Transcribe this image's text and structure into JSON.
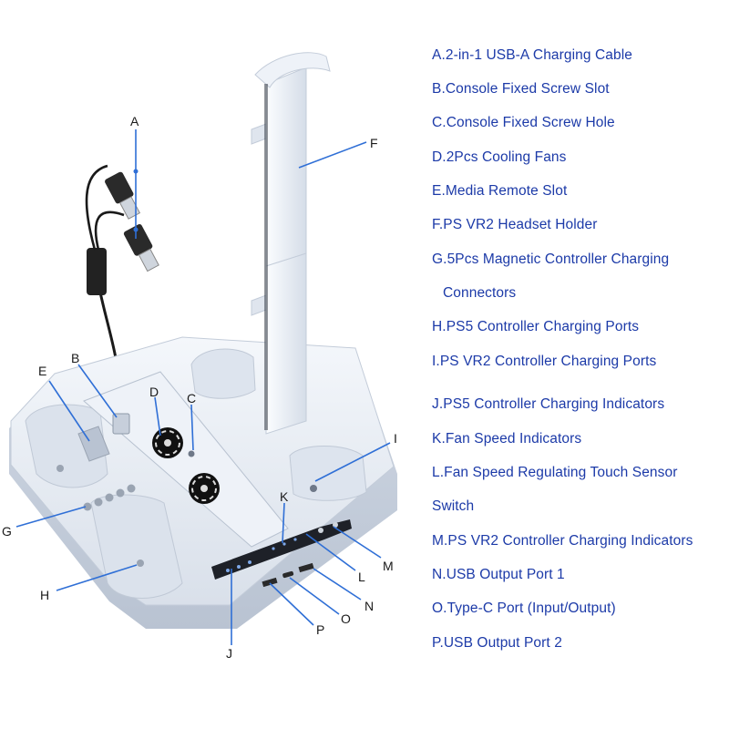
{
  "legend": [
    {
      "key": "A",
      "text": "A.2-in-1 USB-A Charging Cable"
    },
    {
      "key": "B",
      "text": "B.Console Fixed Screw Slot"
    },
    {
      "key": "C",
      "text": "C.Console Fixed Screw Hole"
    },
    {
      "key": "D",
      "text": "D.2Pcs Cooling Fans"
    },
    {
      "key": "E",
      "text": "E.Media Remote Slot"
    },
    {
      "key": "F",
      "text": "F.PS VR2 Headset Holder"
    },
    {
      "key": "G",
      "text": "G.5Pcs Magnetic Controller Charging"
    },
    {
      "key": "G2",
      "text": "Connectors"
    },
    {
      "key": "H",
      "text": "H.PS5 Controller Charging Ports"
    },
    {
      "key": "I",
      "text": "I.PS VR2 Controller Charging Ports"
    },
    {
      "key": "J",
      "text": "J.PS5 Controller Charging Indicators"
    },
    {
      "key": "K",
      "text": "K.Fan Speed Indicators"
    },
    {
      "key": "L",
      "text": "L.Fan Speed Regulating Touch Sensor"
    },
    {
      "key": "L2",
      "text": "Switch"
    },
    {
      "key": "M",
      "text": "M.PS VR2 Controller Charging Indicators"
    },
    {
      "key": "N",
      "text": "N.USB Output Port 1"
    },
    {
      "key": "O",
      "text": "O.Type-C Port (Input/Output)"
    },
    {
      "key": "P",
      "text": "P.USB Output Port 2"
    }
  ],
  "callout_letters": {
    "A": "A",
    "B": "B",
    "C": "C",
    "D": "D",
    "E": "E",
    "F": "F",
    "G": "G",
    "H": "H",
    "I": "I",
    "J": "J",
    "K": "K",
    "L": "L",
    "M": "M",
    "N": "N",
    "O": "O",
    "P": "P"
  },
  "colors": {
    "legend_text": "#1c3aa8",
    "leader": "#2f6fd6",
    "device_body": "#e9eef6",
    "device_shadow": "#c7d0de",
    "panel_dark": "#1e2128",
    "cable": "#1a1a1a"
  }
}
